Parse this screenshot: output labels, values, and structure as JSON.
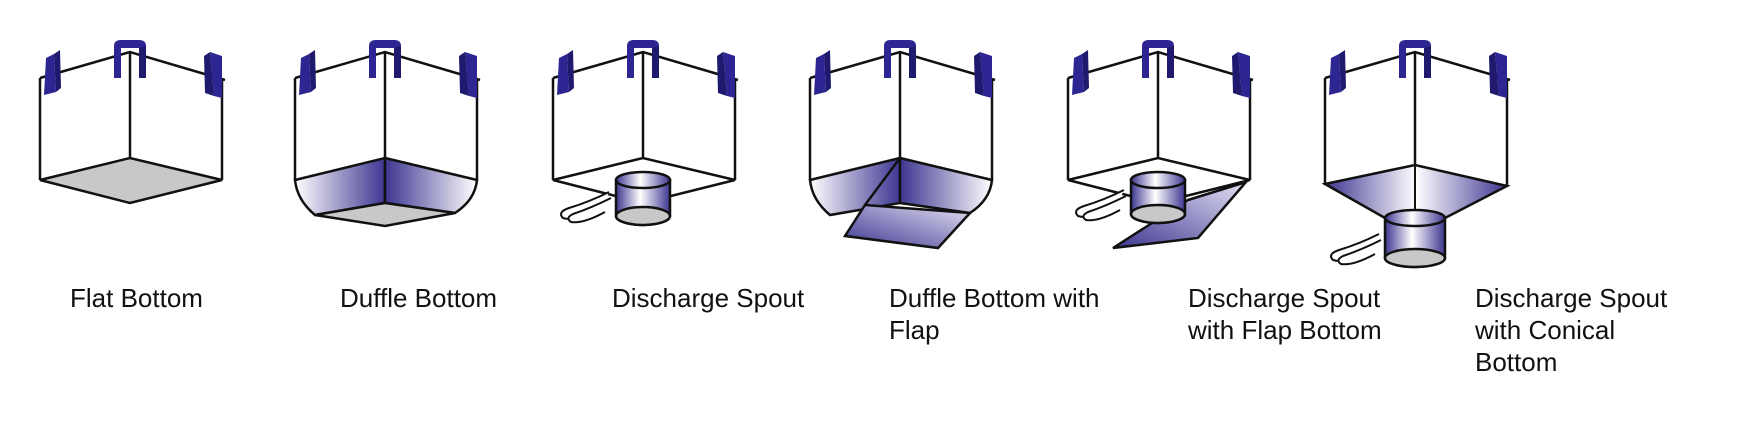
{
  "colors": {
    "handle": "#2d2592",
    "handle_dark": "#1f1a6e",
    "fabric_dark": "#3d3591",
    "fabric_light": "#ffffff",
    "base_gray": "#c8c8c8",
    "outline": "#111111"
  },
  "bags": [
    {
      "label": "Flat Bottom"
    },
    {
      "label": "Duffle Bottom"
    },
    {
      "label": "Discharge Spout"
    },
    {
      "label": "Duffle Bottom with\nFlap"
    },
    {
      "label": "Discharge Spout\nwith Flap Bottom"
    },
    {
      "label": "Discharge Spout\nwith Conical\nBottom"
    }
  ]
}
